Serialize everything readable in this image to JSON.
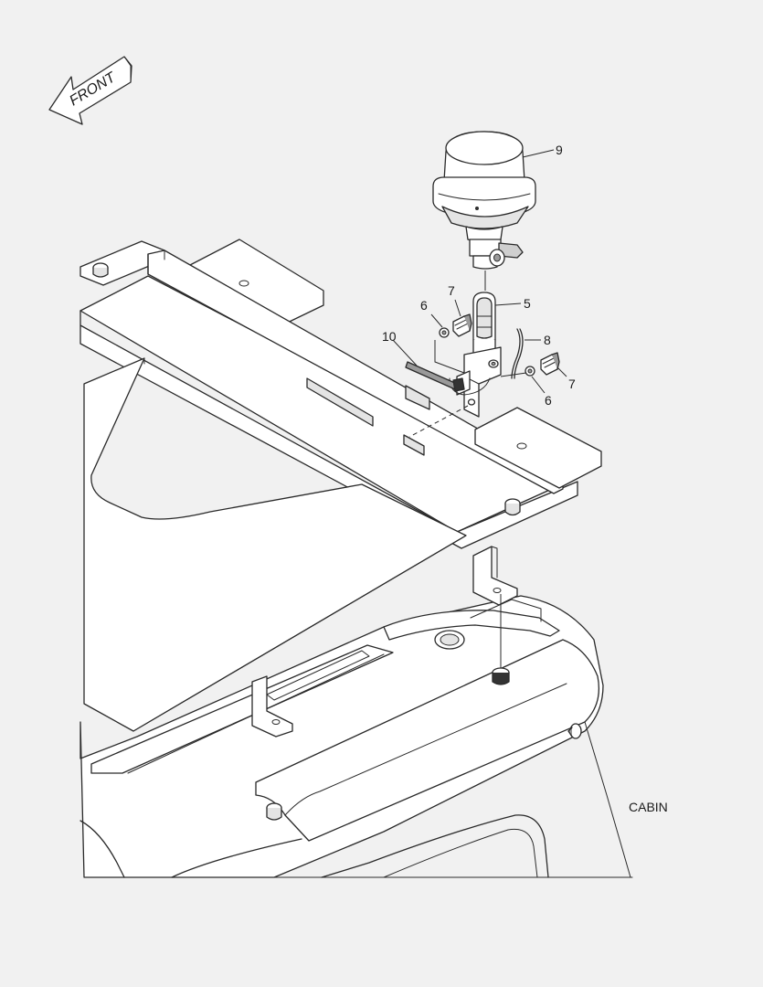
{
  "direction_indicator": {
    "label": "FRONT"
  },
  "assembly_label": "CABIN",
  "callouts": [
    {
      "id": "callout-9",
      "number": "9",
      "part": "beacon-lamp"
    },
    {
      "id": "callout-5",
      "number": "5",
      "part": "lamp-pole"
    },
    {
      "id": "callout-8",
      "number": "8",
      "part": "wire"
    },
    {
      "id": "callout-10",
      "number": "10",
      "part": "cable-tie"
    },
    {
      "id": "callout-6a",
      "number": "6",
      "part": "washer"
    },
    {
      "id": "callout-7a",
      "number": "7",
      "part": "bolt"
    },
    {
      "id": "callout-6b",
      "number": "6",
      "part": "washer"
    },
    {
      "id": "callout-7b",
      "number": "7",
      "part": "bolt"
    }
  ],
  "colors": {
    "background": "#f1f1f1",
    "line": "#2a2a2a"
  }
}
